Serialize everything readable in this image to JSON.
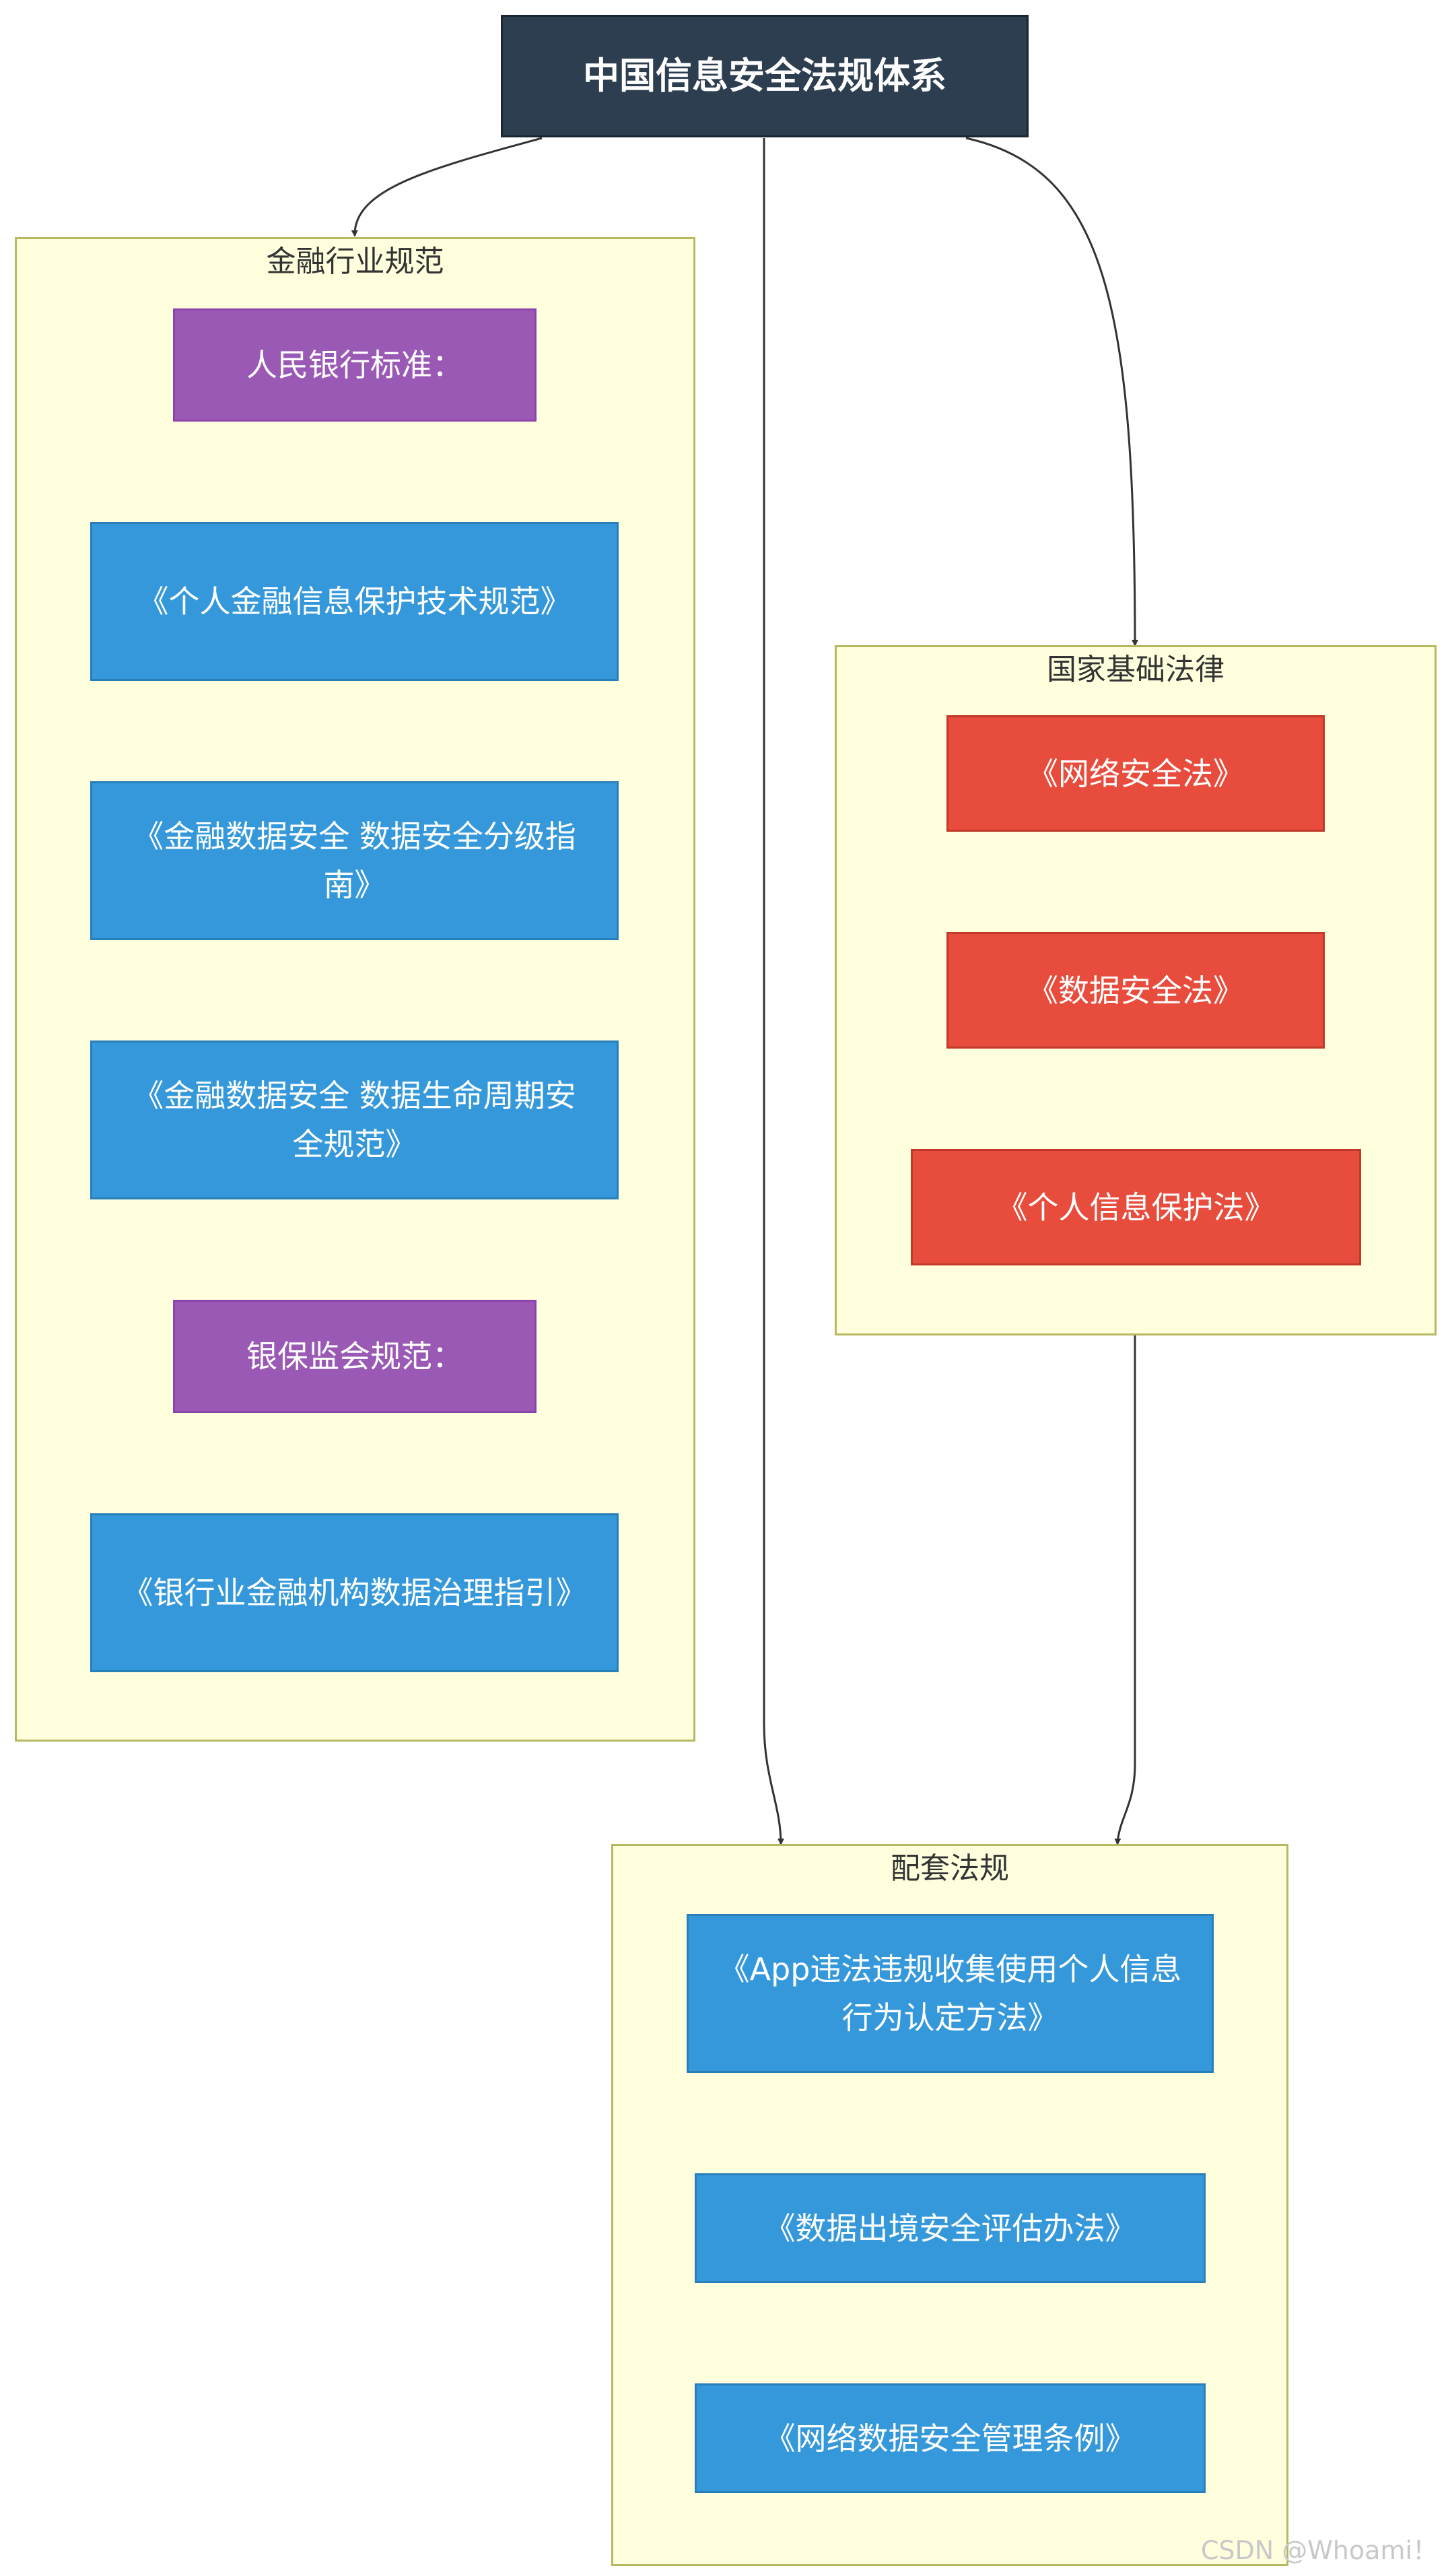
{
  "diagram": {
    "root": "中国信息安全法规体系",
    "groups": {
      "finance": {
        "title": "金融行业规范",
        "pboc_label": "人民银行标准：",
        "doc1": "《个人金融信息保护技术规范》",
        "doc2": "《金融数据安全 数据安全分级指南》",
        "doc3": "《金融数据安全 数据生命周期安全规范》",
        "cbirc_label": "银保监会规范：",
        "doc4": "《银行业金融机构数据治理指引》"
      },
      "national": {
        "title": "国家基础法律",
        "law1": "《网络安全法》",
        "law2": "《数据安全法》",
        "law3": "《个人信息保护法》"
      },
      "supporting": {
        "title": "配套法规",
        "reg1": "《App违法违规收集使用个人信息行为认定方法》",
        "reg2": "《数据出境安全评估办法》",
        "reg3": "《网络数据安全管理条例》"
      }
    },
    "edges": [
      {
        "from": "root",
        "to": "finance"
      },
      {
        "from": "root",
        "to": "supporting"
      },
      {
        "from": "root",
        "to": "national"
      },
      {
        "from": "national",
        "to": "supporting"
      }
    ],
    "colors": {
      "root": "#2c3e50",
      "label": "#9b59b6",
      "document": "#3498db",
      "law": "#e74c3c",
      "group_fill": "#ffffde",
      "group_border": "#b8b860"
    }
  },
  "watermark": "CSDN @Whoami！"
}
